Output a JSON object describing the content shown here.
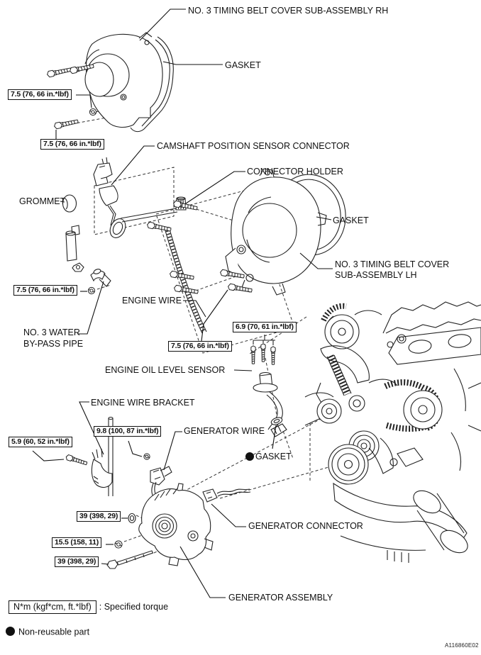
{
  "figure": {
    "code": "A116860E02",
    "legend": {
      "torque_box": "N*m (kgf*cm, ft.*lbf)",
      "torque_desc": ": Specified torque",
      "non_reusable": "Non-reusable part"
    },
    "labels": {
      "cover_rh": "NO. 3 TIMING BELT COVER SUB-ASSEMBLY RH",
      "gasket_rh": "GASKET",
      "camshaft_sensor": "CAMSHAFT POSITION SENSOR CONNECTOR",
      "connector_holder": "CONNECTOR HOLDER",
      "grommet": "GROMMET",
      "gasket_lh": "GASKET",
      "cover_lh_1": "NO. 3 TIMING BELT COVER",
      "cover_lh_2": "SUB-ASSEMBLY LH",
      "engine_wire": "ENGINE WIRE",
      "water_pipe_1": "NO. 3 WATER",
      "water_pipe_2": "BY-PASS PIPE",
      "oil_level_sensor": "ENGINE OIL LEVEL SENSOR",
      "engine_wire_bracket": "ENGINE WIRE BRACKET",
      "generator_wire": "GENERATOR WIRE",
      "gasket_nonreusable": "GASKET",
      "generator_connector": "GENERATOR CONNECTOR",
      "generator_assembly": "GENERATOR ASSEMBLY"
    },
    "torques": {
      "t75_a": "7.5 (76, 66 in.*lbf)",
      "t75_b": "7.5 (76, 66 in.*lbf)",
      "t75_c": "7.5 (76, 66 in.*lbf)",
      "t75_d": "7.5 (76, 66 in.*lbf)",
      "t69": "6.9 (70, 61 in.*lbf)",
      "t98": "9.8 (100, 87 in.*lbf)",
      "t59": "5.9 (60, 52 in.*lbf)",
      "t39_a": "39 (398, 29)",
      "t155": "15.5 (158, 11)",
      "t39_b": "39 (398, 29)"
    }
  }
}
